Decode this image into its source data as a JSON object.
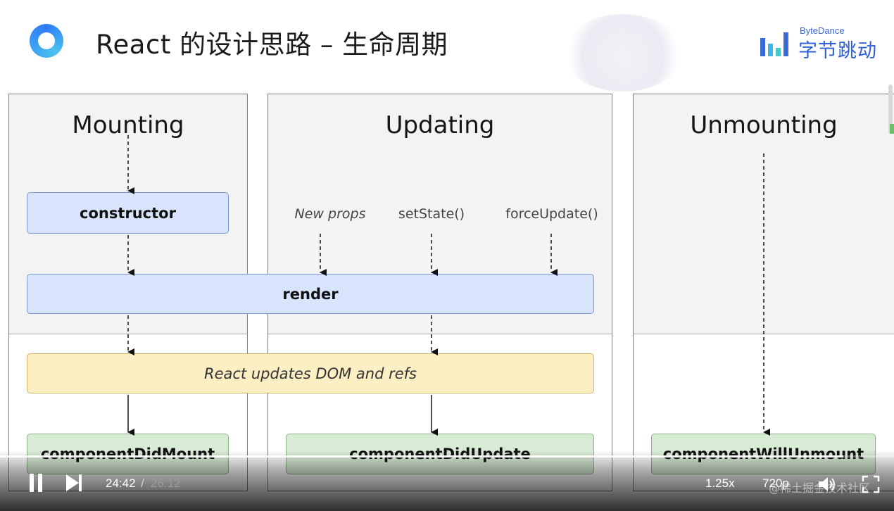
{
  "slide": {
    "title": "React 的设计思路 – 生命周期",
    "brand_en": "ByteDance",
    "brand_cn": "字节跳动"
  },
  "diagram": {
    "phases": [
      {
        "title": "Mounting"
      },
      {
        "title": "Updating"
      },
      {
        "title": "Unmounting"
      }
    ],
    "constructor_label": "constructor",
    "render_label": "render",
    "dom_update_label": "React updates DOM and refs",
    "did_mount_label": "componentDidMount",
    "did_update_label": "componentDidUpdate",
    "will_unmount_label": "componentWillUnmount",
    "triggers": {
      "new_props": "New props",
      "set_state": "setState()",
      "force_update": "forceUpdate()"
    }
  },
  "player": {
    "current_time": "24:42",
    "separator": "/",
    "total_time": "26:12",
    "speed": "1.25x",
    "quality": "720p",
    "watermark": "@稀土掘金技术社区",
    "progress_fraction": 0.943
  },
  "colors": {
    "brand_blue": "#2f5fd8",
    "render_blue": "#d8e4fb",
    "dom_yellow": "#fbefc3",
    "lifecycle_green": "#d8ebd5"
  }
}
